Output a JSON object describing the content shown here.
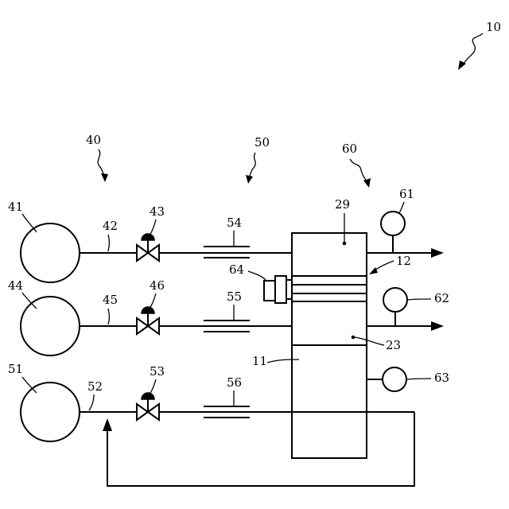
{
  "labels": {
    "system": "10",
    "supply_group_1": "40",
    "supply_group_2": "50",
    "supply_group_3": "60",
    "body": "11",
    "layer": "12",
    "region_low": "23",
    "region_top": "29",
    "tank_1": "41",
    "line_1": "42",
    "valve_1": "43",
    "tank_2": "44",
    "line_2": "45",
    "valve_2": "46",
    "tank_3": "51",
    "line_3": "52",
    "valve_3": "53",
    "meter_1": "54",
    "meter_2": "55",
    "meter_3": "56",
    "gauge_1": "61",
    "gauge_2": "62",
    "gauge_3": "63",
    "heater": "64"
  }
}
